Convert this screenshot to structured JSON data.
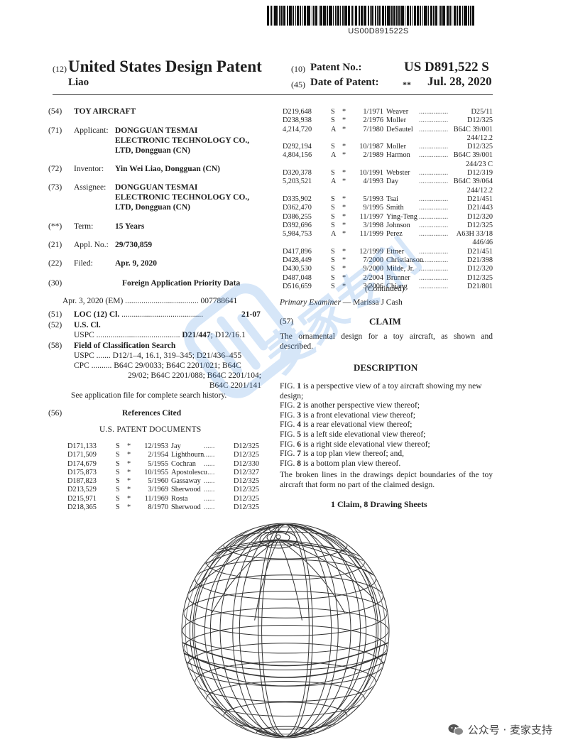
{
  "barcode": {
    "text": "US00D891522S"
  },
  "header": {
    "code12": "(12)",
    "title": "United States Design Patent",
    "inventor_surname": "Liao",
    "code10": "(10)",
    "patent_no_label": "Patent No.:",
    "patent_no": "US D891,522 S",
    "code45": "(45)",
    "date_label": "Date of Patent:",
    "date_stars": "**",
    "date": "Jul. 28, 2020"
  },
  "fields": [
    {
      "num": "(54)",
      "label": "",
      "value": "TOY AIRCRAFT"
    },
    {
      "num": "(71)",
      "label": "Applicant:",
      "value": "DONGGUAN TESMAI\nELECTRONIC TECHNOLOGY CO.,\nLTD, Dongguan (CN)"
    },
    {
      "num": "(72)",
      "label": "Inventor:",
      "value": "Yin Wei Liao, Dongguan (CN)"
    },
    {
      "num": "(73)",
      "label": "Assignee:",
      "value": "DONGGUAN TESMAI\nELECTRONIC TECHNOLOGY CO.,\nLTD, Dongguan (CN)"
    },
    {
      "num": "(**)",
      "label": "Term:",
      "value": "15 Years"
    },
    {
      "num": "(21)",
      "label": "Appl. No.:",
      "value": "29/730,859"
    },
    {
      "num": "(22)",
      "label": "Filed:",
      "value": "Apr. 9, 2020"
    }
  ],
  "priority": {
    "num": "(30)",
    "heading": "Foreign Application Priority Data",
    "line": "Apr. 3, 2020    (EM) .................................... 007788641"
  },
  "loc": {
    "num": "(51)",
    "label": "LOC (12) Cl.",
    "dots": " ........................................",
    "value": "21-07"
  },
  "uscl": {
    "num": "(52)",
    "label": "U.S. Cl.",
    "uspc_label": "USPC",
    "dots": " ......................................... ",
    "bold_val": "D21/447",
    "rest": "; D12/16.1"
  },
  "search": {
    "num": "(58)",
    "label": "Field of Classification Search",
    "lines": [
      "USPC ....... D12/1–4, 16.1, 319–345; D21/436–455",
      "CPC .......... B64C 29/0033; B64C 2201/021; B64C",
      "29/02; B64C 2201/088; B64C 2201/104;",
      "B64C 2201/141",
      "See application file for complete search history."
    ]
  },
  "references": {
    "num": "(56)",
    "heading": "References Cited",
    "subheading": "U.S. PATENT DOCUMENTS",
    "left": [
      [
        "D171,133",
        "S",
        "*",
        "12/1953",
        "Jay",
        "D12/325"
      ],
      [
        "D171,509",
        "S",
        "*",
        "2/1954",
        "Lighthourn",
        "D12/325"
      ],
      [
        "D174,679",
        "S",
        "*",
        "5/1955",
        "Cochran",
        "D12/330"
      ],
      [
        "D175,873",
        "S",
        "*",
        "10/1955",
        "Apostolescu",
        "D12/327"
      ],
      [
        "D187,823",
        "S",
        "*",
        "5/1960",
        "Gassaway",
        "D12/325"
      ],
      [
        "D213,529",
        "S",
        "*",
        "3/1969",
        "Sherwood",
        "D12/325"
      ],
      [
        "D215,971",
        "S",
        "*",
        "11/1969",
        "Rosta",
        "D12/325"
      ],
      [
        "D218,365",
        "S",
        "*",
        "8/1970",
        "Sherwood",
        "D12/325"
      ]
    ],
    "right": [
      [
        "D219,648",
        "S",
        "*",
        "1/1971",
        "Weaver",
        "D25/11"
      ],
      [
        "D238,938",
        "S",
        "*",
        "2/1976",
        "Moller",
        "D12/325"
      ],
      [
        "4,214,720",
        "A",
        "*",
        "7/1980",
        "DeSautel",
        "B64C 39/001"
      ],
      [
        "",
        "",
        "",
        "",
        "",
        "244/12.2"
      ],
      [
        "D292,194",
        "S",
        "*",
        "10/1987",
        "Moller",
        "D12/325"
      ],
      [
        "4,804,156",
        "A",
        "*",
        "2/1989",
        "Harmon",
        "B64C 39/001"
      ],
      [
        "",
        "",
        "",
        "",
        "",
        "244/23 C"
      ],
      [
        "D320,378",
        "S",
        "*",
        "10/1991",
        "Webster",
        "D12/319"
      ],
      [
        "5,203,521",
        "A",
        "*",
        "4/1993",
        "Day",
        "B64C 39/064"
      ],
      [
        "",
        "",
        "",
        "",
        "",
        "244/12.2"
      ],
      [
        "D335,902",
        "S",
        "*",
        "5/1993",
        "Tsai",
        "D21/451"
      ],
      [
        "D362,470",
        "S",
        "*",
        "9/1995",
        "Smith",
        "D21/443"
      ],
      [
        "D386,255",
        "S",
        "*",
        "11/1997",
        "Ying-Teng",
        "D12/320"
      ],
      [
        "D392,696",
        "S",
        "*",
        "3/1998",
        "Johnson",
        "D12/325"
      ],
      [
        "5,984,753",
        "A",
        "*",
        "11/1999",
        "Perez",
        "A63H 33/18"
      ],
      [
        "",
        "",
        "",
        "",
        "",
        "446/46"
      ],
      [
        "D417,896",
        "S",
        "*",
        "12/1999",
        "Ettner",
        "D21/451"
      ],
      [
        "D428,449",
        "S",
        "*",
        "7/2000",
        "Christianson",
        "D21/398"
      ],
      [
        "D430,530",
        "S",
        "*",
        "9/2000",
        "Milde, Jr.",
        "D12/320"
      ],
      [
        "D487,048",
        "S",
        "*",
        "2/2004",
        "Brunner",
        "D12/325"
      ],
      [
        "D516,659",
        "S",
        "*",
        "3/2006",
        "Chiang",
        "D21/801"
      ]
    ],
    "continued": "(Continued)"
  },
  "examiner": {
    "label": "Primary Examiner",
    "sep": " — ",
    "name": "Marissa J Cash"
  },
  "claim": {
    "num": "(57)",
    "heading": "CLAIM",
    "text": "The ornamental design for a toy aircraft, as shown and described."
  },
  "description": {
    "heading": "DESCRIPTION",
    "figs": [
      {
        "pre": "FIG. ",
        "n": "1",
        "post": " is a perspective view of a toy aircraft showing my new design;"
      },
      {
        "pre": "FIG. ",
        "n": "2",
        "post": " is another perspective view thereof;"
      },
      {
        "pre": "FIG. ",
        "n": "3",
        "post": " is a front elevational view thereof;"
      },
      {
        "pre": "FIG. ",
        "n": "4",
        "post": " is a rear elevational view thereof;"
      },
      {
        "pre": "FIG. ",
        "n": "5",
        "post": " is a left side elevational view thereof;"
      },
      {
        "pre": "FIG. ",
        "n": "6",
        "post": " is a right side elevational view thereof;"
      },
      {
        "pre": "FIG. ",
        "n": "7",
        "post": " is a top plan view thereof; and,"
      },
      {
        "pre": "FIG. ",
        "n": "8",
        "post": " is a bottom plan view thereof."
      }
    ],
    "note": "The broken lines in the drawings depict boundaries of the toy aircraft that form no part of the claimed design.",
    "sheets": "1 Claim, 8 Drawing Sheets"
  },
  "watermark": {
    "text": "麦家专利"
  },
  "footer": {
    "text": "公众号 · 麦家支持"
  }
}
